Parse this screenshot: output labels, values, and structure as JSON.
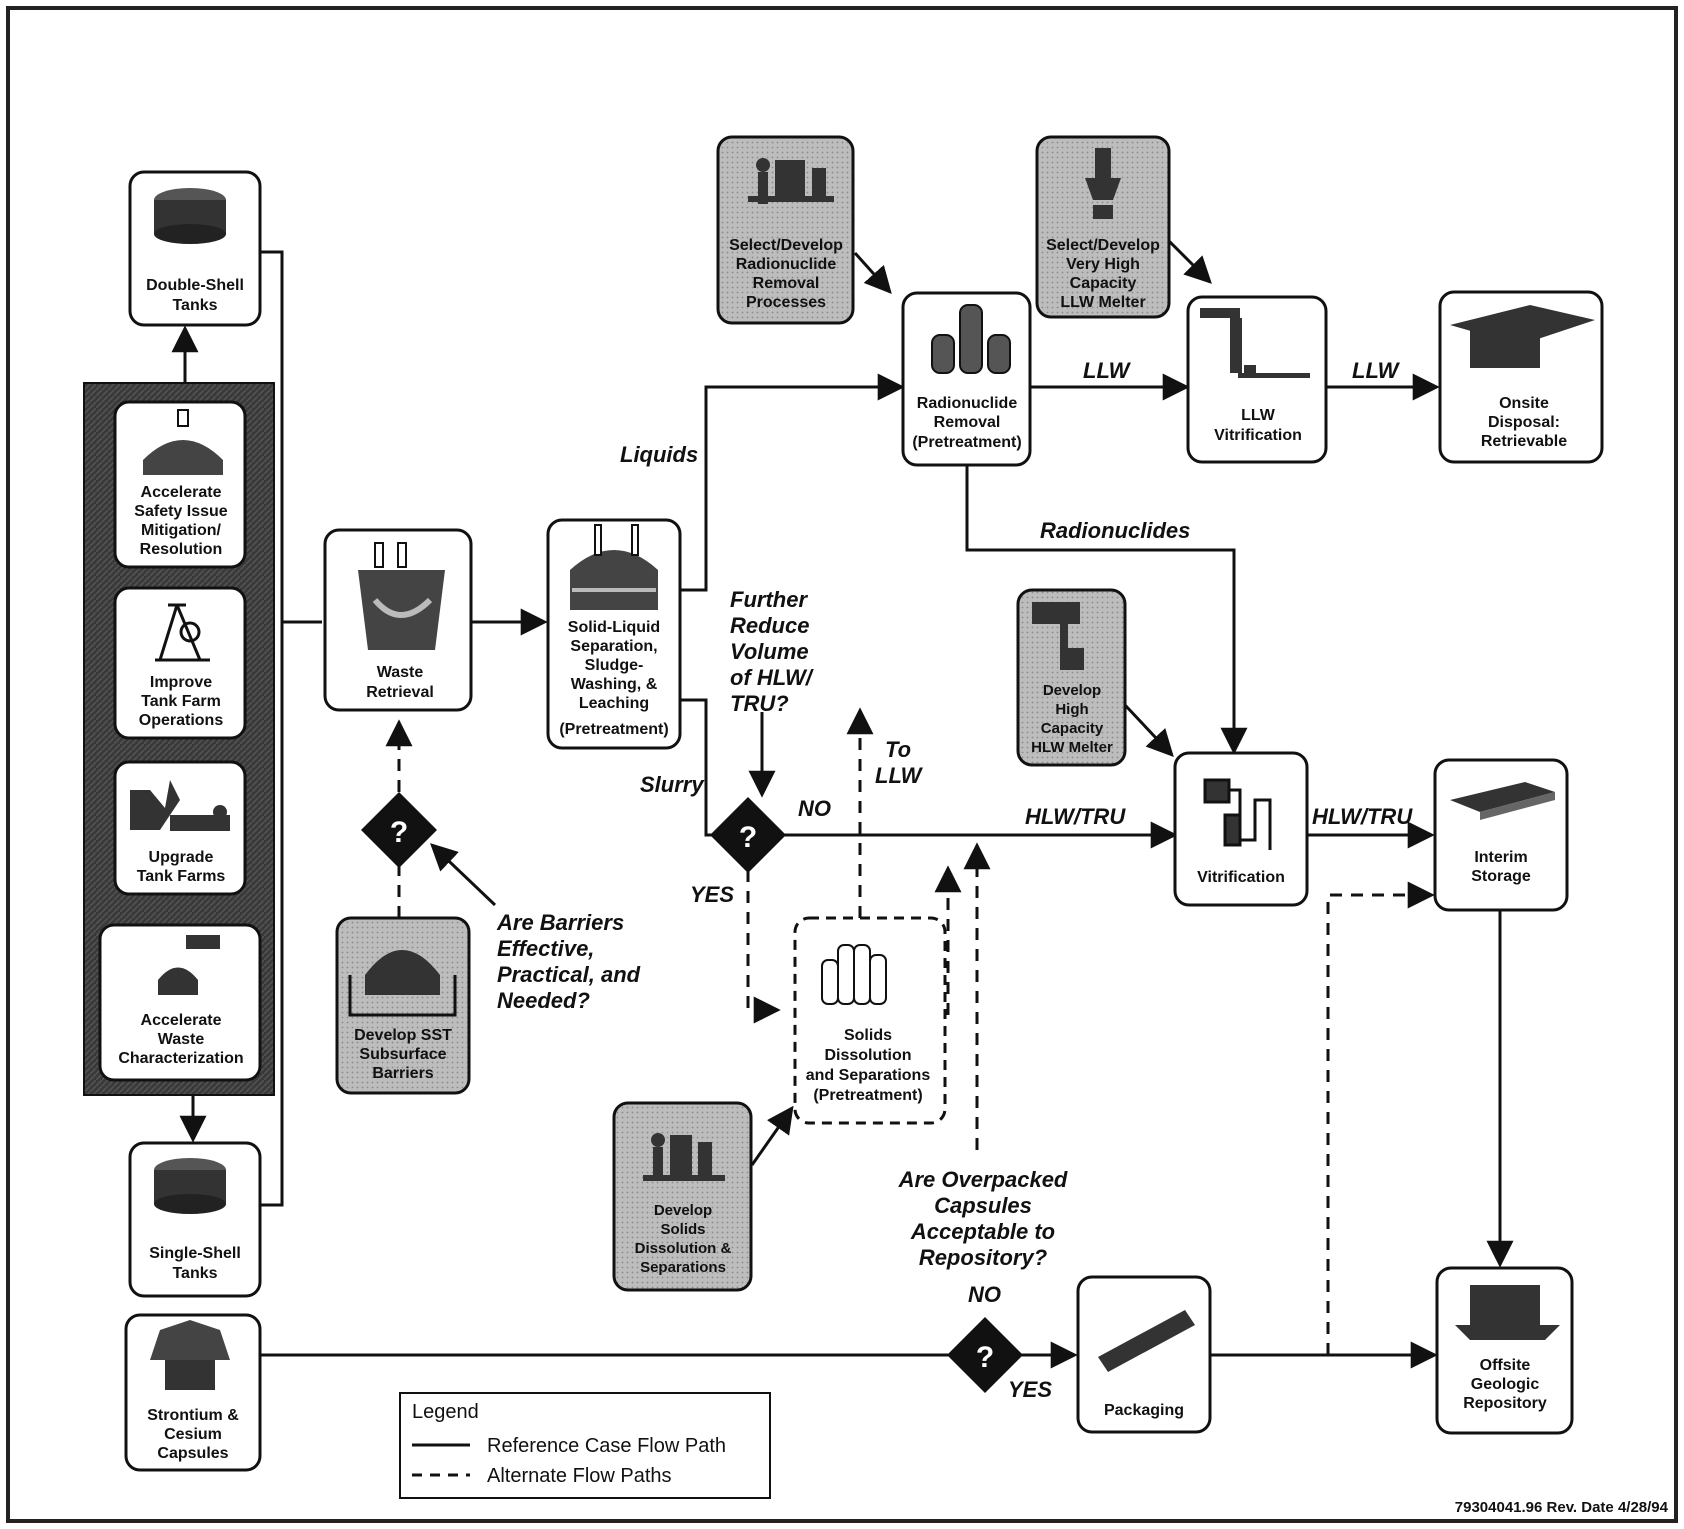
{
  "nodes": {
    "double_shell_tanks": [
      "Double-Shell",
      "Tanks"
    ],
    "accelerate_safety": [
      "Accelerate",
      "Safety Issue",
      "Mitigation/",
      "Resolution"
    ],
    "improve_tank_farm": [
      "Improve",
      "Tank Farm",
      "Operations"
    ],
    "upgrade_tank_farms": [
      "Upgrade",
      "Tank Farms"
    ],
    "accelerate_waste_char": [
      "Accelerate",
      "Waste",
      "Characterization"
    ],
    "single_shell_tanks": [
      "Single-Shell",
      "Tanks"
    ],
    "strontium_cesium": [
      "Strontium &",
      "Cesium",
      "Capsules"
    ],
    "waste_retrieval": [
      "Waste",
      "Retrieval"
    ],
    "develop_sst_barriers": [
      "Develop SST",
      "Subsurface",
      "Barriers"
    ],
    "solid_liquid_sep": [
      "Solid-Liquid",
      "Separation,",
      "Sludge-",
      "Washing, &",
      "Leaching",
      "(Pretreatment)"
    ],
    "select_radionuclide_removal": [
      "Select/Develop",
      "Radionuclide",
      "Removal",
      "Processes"
    ],
    "radionuclide_removal": [
      "Radionuclide",
      "Removal",
      "(Pretreatment)"
    ],
    "select_llw_melter": [
      "Select/Develop",
      "Very High",
      "Capacity",
      "LLW Melter"
    ],
    "llw_vitrification": [
      "LLW",
      "Vitrification"
    ],
    "onsite_disposal": [
      "Onsite",
      "Disposal:",
      "Retrievable"
    ],
    "develop_hlw_melter": [
      "Develop",
      "High",
      "Capacity",
      "HLW Melter"
    ],
    "vitrification": [
      "Vitrification"
    ],
    "interim_storage": [
      "Interim",
      "Storage"
    ],
    "solids_dissolution": [
      "Solids",
      "Dissolution",
      "and Separations",
      "(Pretreatment)"
    ],
    "develop_solids_dissolution": [
      "Develop",
      "Solids",
      "Dissolution &",
      "Separations"
    ],
    "packaging": [
      "Packaging"
    ],
    "offsite_repository": [
      "Offsite",
      "Geologic",
      "Repository"
    ]
  },
  "decisions": {
    "symbol": "?",
    "barriers_question": [
      "Are Barriers",
      "Effective,",
      "Practical, and",
      "Needed?"
    ],
    "volume_question": [
      "Further",
      "Reduce",
      "Volume",
      "of HLW/",
      "TRU?"
    ],
    "capsules_question": [
      "Are Overpacked",
      "Capsules",
      "Acceptable to",
      "Repository?"
    ]
  },
  "flow_labels": {
    "liquids": "Liquids",
    "slurry": "Slurry",
    "llw_1": "LLW",
    "llw_2": "LLW",
    "radionuclides": "Radionuclides",
    "hlw_tru_1": "HLW/TRU",
    "hlw_tru_2": "HLW/TRU",
    "to_llw": [
      "To",
      "LLW"
    ],
    "no_1": "NO",
    "yes_1": "YES",
    "no_2": "NO",
    "yes_2": "YES"
  },
  "legend": {
    "title": "Legend",
    "solid_label": "Reference Case Flow Path",
    "dashed_label": "Alternate Flow Paths"
  },
  "footer": "79304041.96 Rev. Date 4/28/94",
  "colors": {
    "dark_panel": "#3a3a3a",
    "gray_box": "#bdbdbd",
    "line": "#111111",
    "background": "#ffffff"
  }
}
